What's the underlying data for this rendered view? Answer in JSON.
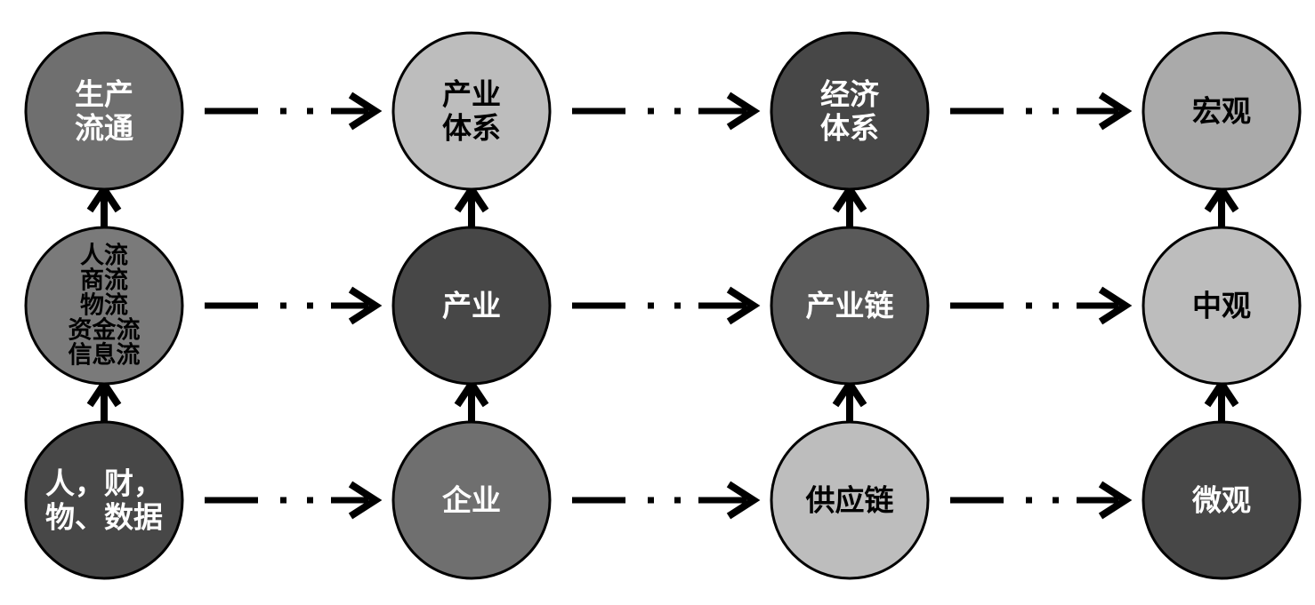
{
  "colors": {
    "dark": "#474747",
    "medium_dark": "#5a5a5a",
    "medium": "#6f6f6f",
    "medium_light": "#7a7a7a",
    "light": "#bdbdbd",
    "lighter": "#aaaaaa",
    "outline": "#000000",
    "text_on_dark": "#ffffff",
    "text_on_light": "#000000"
  },
  "columns": [
    {
      "nodes": [
        {
          "id": "shengchan-liutong",
          "lines": [
            "生产",
            "流通"
          ],
          "fill": "medium",
          "text": "light"
        },
        {
          "id": "liu",
          "lines": [
            "人流",
            "商流",
            "物流",
            "资金流",
            "信息流"
          ],
          "fill": "medium_light",
          "text": "dark"
        },
        {
          "id": "ren-cai-wu-shuju",
          "lines": [
            "人，财，",
            "物、数据"
          ],
          "fill": "dark",
          "text": "light"
        }
      ]
    },
    {
      "nodes": [
        {
          "id": "chanye-tixi",
          "lines": [
            "产业",
            "体系"
          ],
          "fill": "light",
          "text": "dark"
        },
        {
          "id": "chanye",
          "lines": [
            "产业"
          ],
          "fill": "dark",
          "text": "light"
        },
        {
          "id": "qiye",
          "lines": [
            "企业"
          ],
          "fill": "medium",
          "text": "light"
        }
      ]
    },
    {
      "nodes": [
        {
          "id": "jingji-tixi",
          "lines": [
            "经济",
            "体系"
          ],
          "fill": "dark",
          "text": "light"
        },
        {
          "id": "chanyelian",
          "lines": [
            "产业链"
          ],
          "fill": "medium_dark",
          "text": "light"
        },
        {
          "id": "gongyinglian",
          "lines": [
            "供应链"
          ],
          "fill": "light",
          "text": "dark"
        }
      ]
    },
    {
      "nodes": [
        {
          "id": "hongguan",
          "lines": [
            "宏观"
          ],
          "fill": "lighter",
          "text": "dark"
        },
        {
          "id": "zhongguan",
          "lines": [
            "中观"
          ],
          "fill": "light",
          "text": "dark"
        },
        {
          "id": "weiguan",
          "lines": [
            "微观"
          ],
          "fill": "dark",
          "text": "light"
        }
      ]
    }
  ]
}
